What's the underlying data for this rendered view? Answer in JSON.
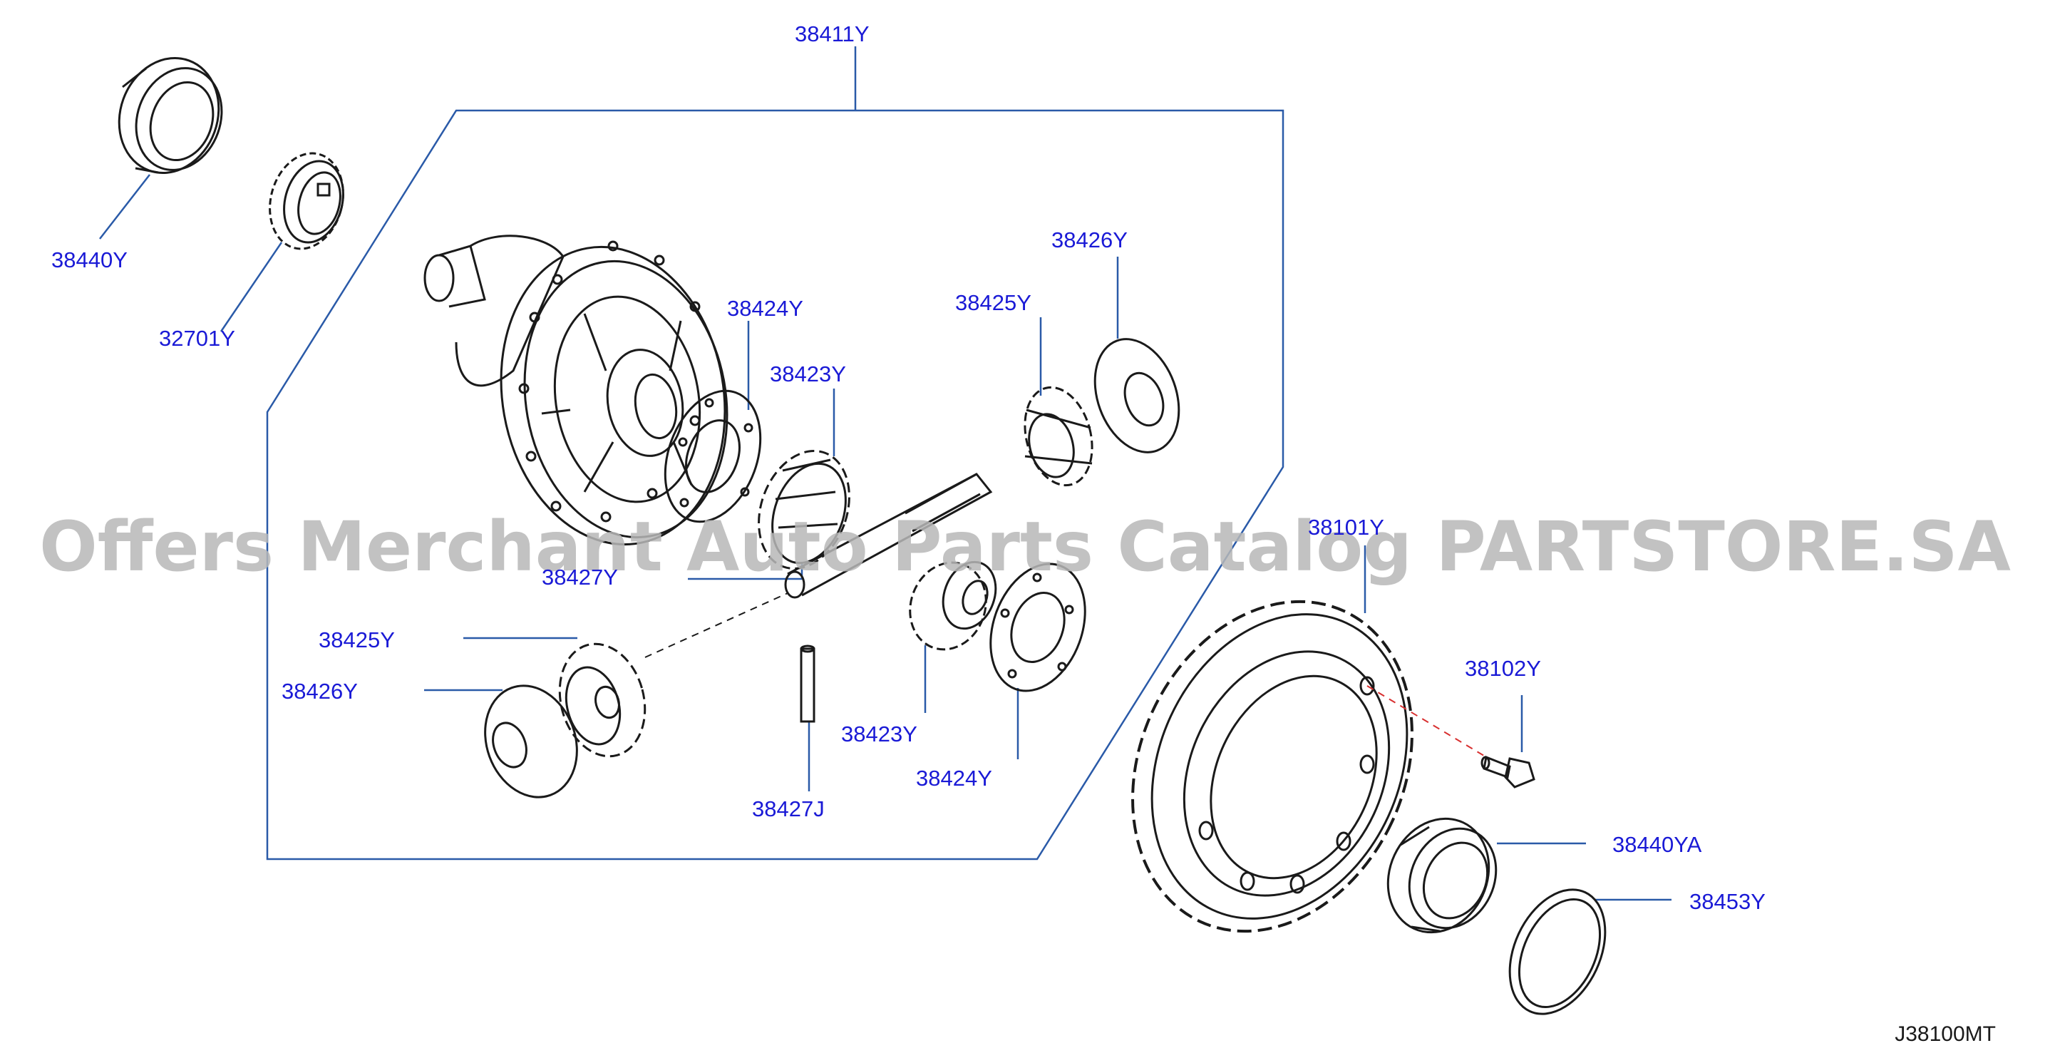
{
  "colors": {
    "label": "#1a1ad6",
    "leader": "#2a5aa8",
    "linework": "#1a1a1a",
    "watermark": "#b8b8b8",
    "bolt_dash": "#d83030"
  },
  "labels": {
    "p38411Y": "38411Y",
    "p38440Y": "38440Y",
    "p32701Y": "32701Y",
    "p38424Y_top": "38424Y",
    "p38423Y_top": "38423Y",
    "p38425Y_top": "38425Y",
    "p38426Y_top": "38426Y",
    "p38427Y": "38427Y",
    "p38425Y_left": "38425Y",
    "p38426Y_left": "38426Y",
    "p38423Y_bottom": "38423Y",
    "p38424Y_bottom": "38424Y",
    "p38427J": "38427J",
    "p38101Y": "38101Y",
    "p38102Y": "38102Y",
    "p38440YA": "38440YA",
    "p38453Y": "38453Y"
  },
  "watermark": "Offers Merchant Auto Parts Catalog PARTSTORE.SA",
  "diagram_code": "J38100MT"
}
